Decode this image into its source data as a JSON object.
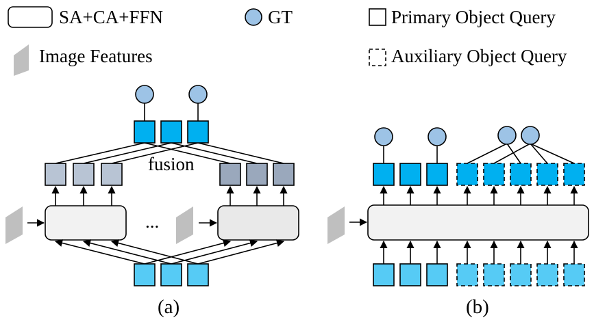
{
  "legend": {
    "block": "SA+CA+FFN",
    "gt": "GT",
    "primary": "Primary Object Query",
    "features": "Image Features",
    "auxiliary": "Auxiliary Object Query"
  },
  "panel_a": {
    "fusion": "fusion",
    "ellipsis": "...",
    "caption": "(a)"
  },
  "panel_b": {
    "caption": "(b)"
  },
  "colors": {
    "gt_fill": "#9dc3e6",
    "output_query": "#00b0f0",
    "input_query": "#56cbf5",
    "decoder_a1_out": "#b8c4d4",
    "decoder_a2_out": "#9aa8bc",
    "decoder_fill": "#f2f2f2",
    "feature_fill": "#bfbfbf"
  }
}
